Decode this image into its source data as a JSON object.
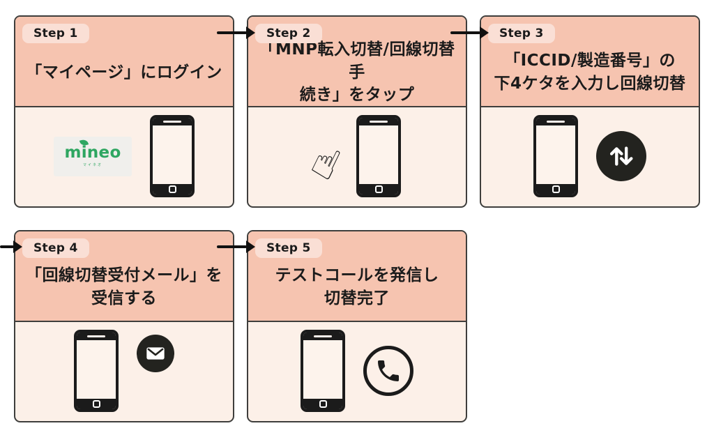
{
  "document": {
    "type": "step-flow-infographic",
    "language": "ja",
    "background": "#ffffff"
  },
  "colors": {
    "card_header_bg": "#f6c4b0",
    "card_body_bg": "#fcf0e8",
    "badge_bg": "#fadfd5",
    "card_border": "#3e3e3c",
    "text": "#1b1b1b",
    "arrow": "#111111",
    "icon_circle_dark": "#23231f",
    "mineo_green": "#2ea661",
    "mineo_box_bg": "#f0efec",
    "phone_screen": "#fdf3ec"
  },
  "logo": {
    "brand": "mineo",
    "sub": "マイネオ"
  },
  "icons": {
    "pointing_hand": "☝"
  },
  "steps": [
    {
      "badge": "Step 1",
      "lines": [
        "「マイページ」にログイン"
      ],
      "illustrations": [
        "mineo-logo",
        "smartphone"
      ]
    },
    {
      "badge": "Step 2",
      "lines": [
        "「MNP転入切替/回線切替手",
        "続き」をタップ"
      ],
      "illustrations": [
        "pointing-hand",
        "smartphone"
      ]
    },
    {
      "badge": "Step 3",
      "lines": [
        "「ICCID/製造番号」の",
        "下4ケタを入力し回線切替"
      ],
      "illustrations": [
        "smartphone",
        "transfer-arrows-circle"
      ]
    },
    {
      "badge": "Step 4",
      "lines": [
        "「回線切替受付メール」を",
        "受信する"
      ],
      "illustrations": [
        "smartphone",
        "mail-circle"
      ]
    },
    {
      "badge": "Step 5",
      "lines": [
        "テストコールを発信し",
        "切替完了"
      ],
      "illustrations": [
        "smartphone",
        "phone-call-circle"
      ]
    }
  ],
  "flow_arrows": [
    "step1-to-step2",
    "step2-to-step3",
    "edge-to-step4",
    "step4-to-step5"
  ]
}
